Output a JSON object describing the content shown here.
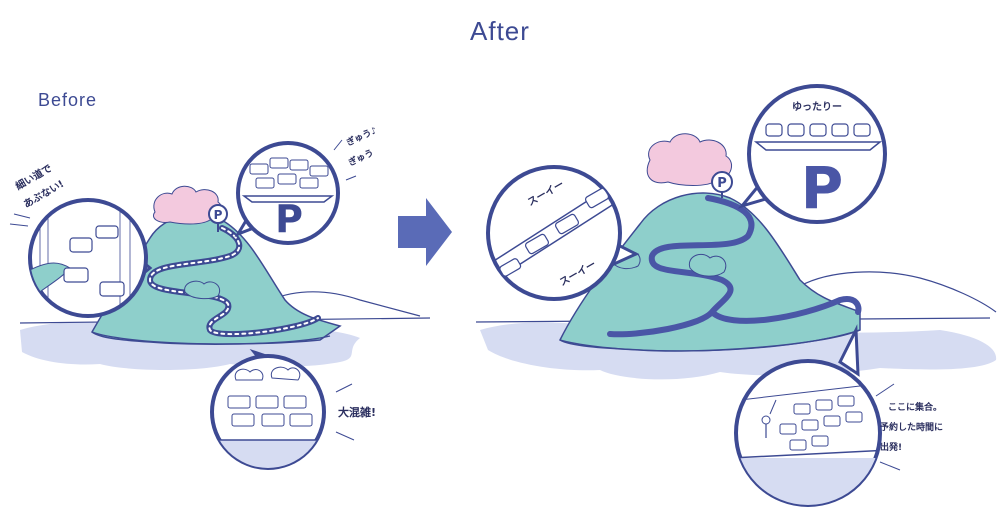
{
  "titles": {
    "after": "After",
    "before": "Before"
  },
  "before": {
    "bubble_narrow_road": [
      "細い道で",
      "あぶない!"
    ],
    "bubble_parking_sfx": [
      "ぎゅう♪",
      "ぎゅう"
    ],
    "bubble_congestion": "大混雑!",
    "parking_sign": "P"
  },
  "after": {
    "bubble_smooth_top": "スーイー",
    "bubble_smooth_bottom": "スーイー",
    "bubble_parking": "ゆったりー",
    "bubble_meetup": [
      "ここに集合。",
      "予約した時間に",
      "出発!"
    ],
    "parking_sign": "P"
  },
  "colors": {
    "navy": "#3d4a93",
    "mountain": "#8ecfcb",
    "water": "#d6dcf2",
    "blossom": "#f3c9de",
    "arrow": "#5a6bb7"
  },
  "icons": {
    "arrow": "right-arrow-icon",
    "parking": "parking-sign-icon"
  }
}
